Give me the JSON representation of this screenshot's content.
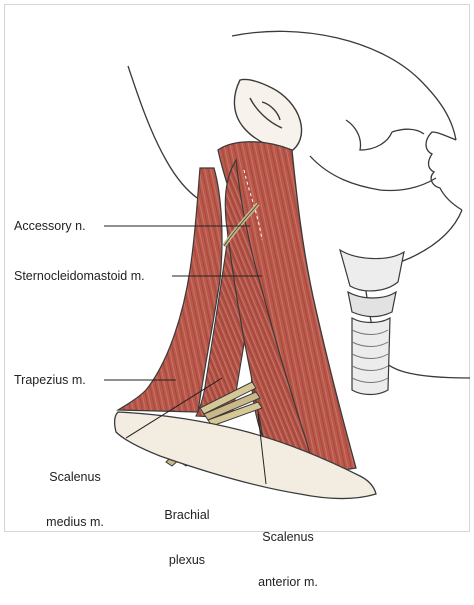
{
  "labels": {
    "accessory_n": "Accessory n.",
    "sternocleidomastoid_m": "Sternocleidomastoid m.",
    "trapezius_m": "Trapezius m.",
    "scalenus_medius_m_line1": "Scalenus",
    "scalenus_medius_m_line2": "medius m.",
    "brachial_plexus_line1": "Brachial",
    "brachial_plexus_line2": "plexus",
    "scalenus_anterior_m_line1": "Scalenus",
    "scalenus_anterior_m_line2": "anterior m."
  },
  "colors": {
    "muscle": "#b8574a",
    "muscle_dark": "#8e3a30",
    "muscle_light": "#d48a7c",
    "outline": "#3a3a3a",
    "nerve": "#c9b98a",
    "bone": "#f2ede0",
    "cartilage": "#e9e9e9"
  }
}
